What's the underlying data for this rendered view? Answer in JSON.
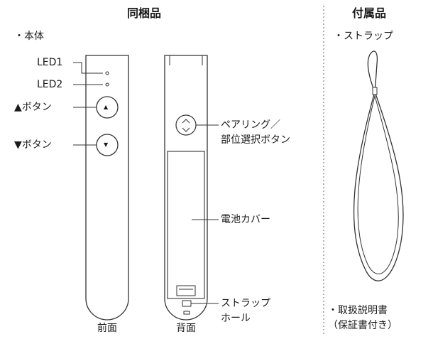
{
  "headers": {
    "in_box": "同梱品",
    "accessories": "付属品"
  },
  "labels": {
    "main_unit": "・本体",
    "led1": "LED1",
    "led2": "LED2",
    "up_button": "▲ボタン",
    "down_button": "▼ボタン",
    "pairing_line1": "ペアリング／",
    "pairing_line2": "部位選択ボタン",
    "battery_cover": "電池カバー",
    "strap_hole_line1": "ストラップ",
    "strap_hole_line2": "ホール",
    "front": "前面",
    "back": "背面",
    "strap": "・ストラップ",
    "manual_line1": "・取扱説明書",
    "manual_line2": "（保証書付き）"
  },
  "icons": {
    "up_arrow": "▲",
    "down_arrow": "▼"
  },
  "colors": {
    "stroke": "#333333",
    "text": "#1a1a1a",
    "divider": "#666666"
  }
}
